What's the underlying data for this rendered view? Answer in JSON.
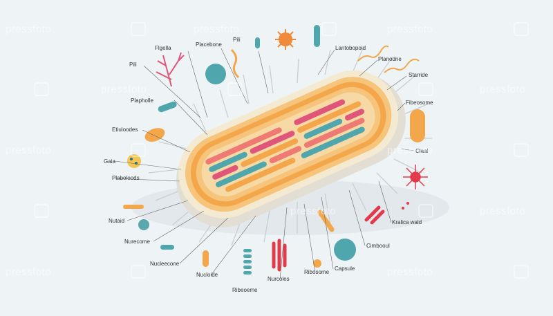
{
  "watermark": {
    "text": "pressfoto"
  },
  "labels": [
    {
      "id": "flagella",
      "text": "Flgella"
    },
    {
      "id": "placebone",
      "text": "Placebone"
    },
    {
      "id": "pili-top",
      "text": "Pili"
    },
    {
      "id": "lantobopoid",
      "text": "Lantobopoid"
    },
    {
      "id": "pili-left",
      "text": "Pili"
    },
    {
      "id": "planodne",
      "text": "Planodne"
    },
    {
      "id": "plapholle",
      "text": "Plapholle"
    },
    {
      "id": "starride",
      "text": "Starride"
    },
    {
      "id": "etiuloodes",
      "text": "Etiuloodes"
    },
    {
      "id": "ribosome-right",
      "text": "Fibeosome"
    },
    {
      "id": "gaia",
      "text": "Gaia"
    },
    {
      "id": "clael",
      "text": "Claal"
    },
    {
      "id": "plaboloods",
      "text": "Plaboloods"
    },
    {
      "id": "nutaid",
      "text": "Nutaid"
    },
    {
      "id": "kralica-wald",
      "text": "Kralica wald"
    },
    {
      "id": "nurecome",
      "text": "Nurecome"
    },
    {
      "id": "cimbooul",
      "text": "Cimbooul"
    },
    {
      "id": "nucleecone",
      "text": "Nucleecone"
    },
    {
      "id": "capsule",
      "text": "Capsule"
    },
    {
      "id": "nucloide",
      "text": "Nucloide"
    },
    {
      "id": "nuccoles",
      "text": "Nurcoles"
    },
    {
      "id": "ribosome-bottom",
      "text": "Ribosome"
    },
    {
      "id": "ribosome-bottom2",
      "text": "Ribeoeme"
    }
  ],
  "colors": {
    "background": "#eef3f5",
    "capsule_outer": "#f4ead2",
    "membrane_orange": "#f3a64a",
    "membrane_pink": "#ef7a73",
    "teal": "#4fa6ad",
    "pink": "#e0567a",
    "red": "#e23a4a",
    "leader": "#666666"
  }
}
